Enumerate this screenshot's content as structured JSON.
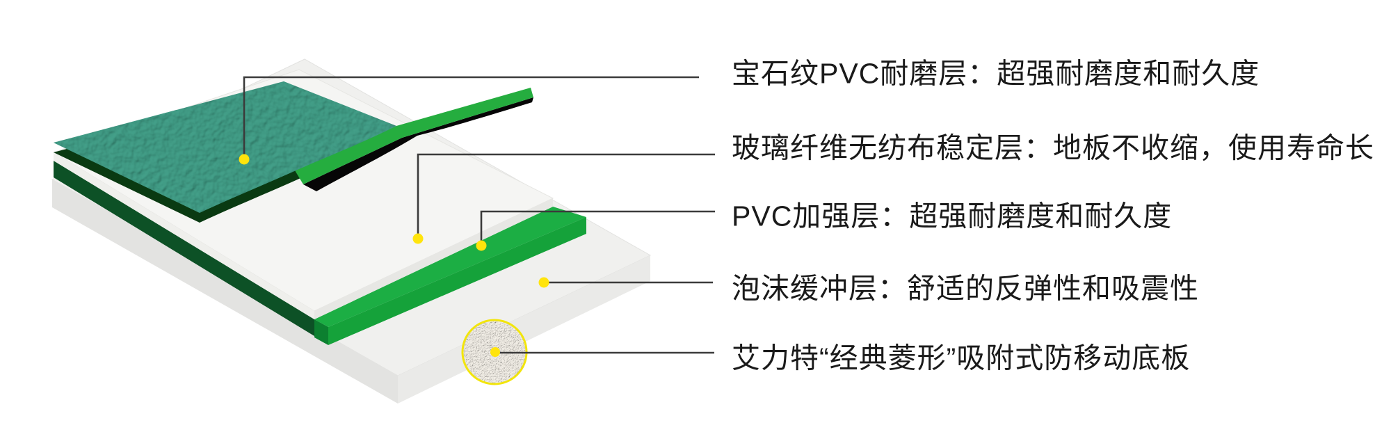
{
  "figure": {
    "type": "layered-flooring-structure-diagram",
    "background": "#FFFFFF",
    "labels": [
      {
        "id": 1,
        "text": "宝石纹PVC耐磨层：超强耐磨度和耐久度"
      },
      {
        "id": 2,
        "text": "玻璃纤维无纺布稳定层：地板不收缩，使用寿命长"
      },
      {
        "id": 3,
        "text": "PVC加强层：超强耐磨度和耐久度"
      },
      {
        "id": 4,
        "text": "泡沫缓冲层：舒适的反弹性和吸震性"
      },
      {
        "id": 5,
        "text": "艾力特“经典菱形”吸附式防移动底板"
      }
    ],
    "colors": {
      "wear_teal": "#2E8B75",
      "wear_edge_dark": "#0A3A12",
      "flap_black": "#060606",
      "flap_green": "#25AD3F",
      "pvc_green_top": "#1CAE44",
      "pvc_green_front": "#15A23A",
      "pvc_green_end": "#0C8030",
      "pvc_green_shadow": "#0D5126",
      "fiberglass_top": "#F5F5F3",
      "fiberglass_side_left": "#EFEFEC",
      "fiberglass_side_right": "#E7E7E4",
      "foam_top": "#F0F0EE",
      "foam_side_left": "#E3E3E1",
      "foam_side_right": "#EAEAE8",
      "leader_line": "#3B3B3B",
      "marker_yellow": "#FFE40C",
      "circle_ring": "#F2E50C",
      "circle_fill": "#EFE9E0",
      "text": "#1A1A1A"
    }
  }
}
